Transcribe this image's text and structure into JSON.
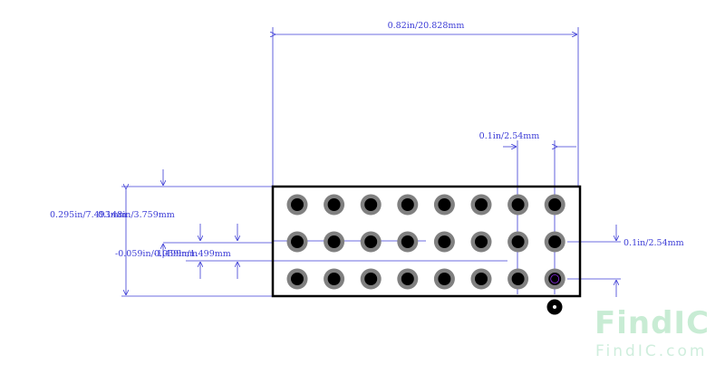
{
  "dimensions": {
    "top_width": "0.82in/20.828mm",
    "pitch_top": "0.1in/2.54mm",
    "pitch_right": "0.1in/2.54mm",
    "left_height": "0.295in/7.493mm",
    "left_overlap": "0.148in/3.759mm",
    "lower_left_a": "-0.059in/-1.499mm",
    "lower_left_b": "0.059in/1.499mm"
  },
  "pin_grid": {
    "rows": 3,
    "columns": 8
  },
  "watermark": {
    "brand": "FindIC",
    "domain": "FindIC.com"
  },
  "colors": {
    "dimension": "#3b3bd6",
    "outline": "#000000",
    "pad_ring": "#808080",
    "pad_hole": "#000000",
    "watermark": "#c8ecd4"
  }
}
